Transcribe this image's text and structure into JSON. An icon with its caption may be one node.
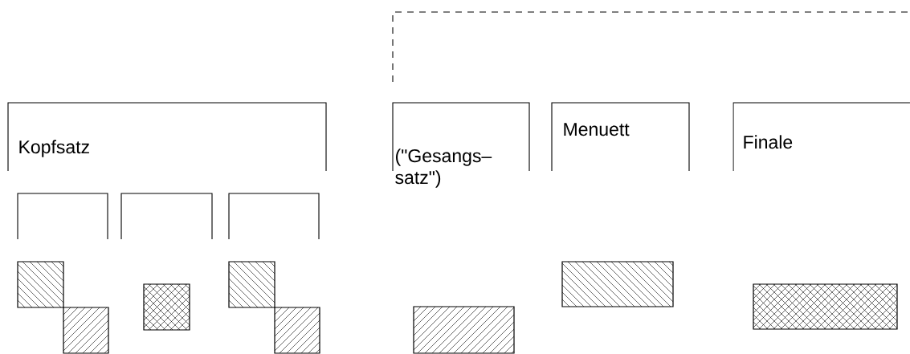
{
  "diagram": {
    "nodes": [
      {
        "text": [],
        "shape": "bracket"
      },
      {
        "text": [
          "Kopfsatz"
        ]
      },
      {
        "text": [
          "(\"Gesangs– satz\")"
        ]
      },
      {
        "text": [
          "Menuett"
        ]
      },
      {
        "text": [
          "Finale"
        ]
      },
      {
        "text": [],
        "shape": "bracket"
      },
      {
        "text": [],
        "shape": "bracket"
      },
      {
        "text": [],
        "shape": "bracket"
      },
      {
        "text": [],
        "shape": "box"
      },
      {
        "text": [],
        "shape": "box"
      },
      {
        "text": [],
        "shape": "box"
      },
      {
        "text": [],
        "shape": "box"
      },
      {
        "text": [],
        "shape": "box"
      },
      {
        "text": [],
        "shape": "box"
      },
      {
        "text": [],
        "shape": "box"
      },
      {
        "text": [],
        "shape": "box"
      }
    ]
  }
}
